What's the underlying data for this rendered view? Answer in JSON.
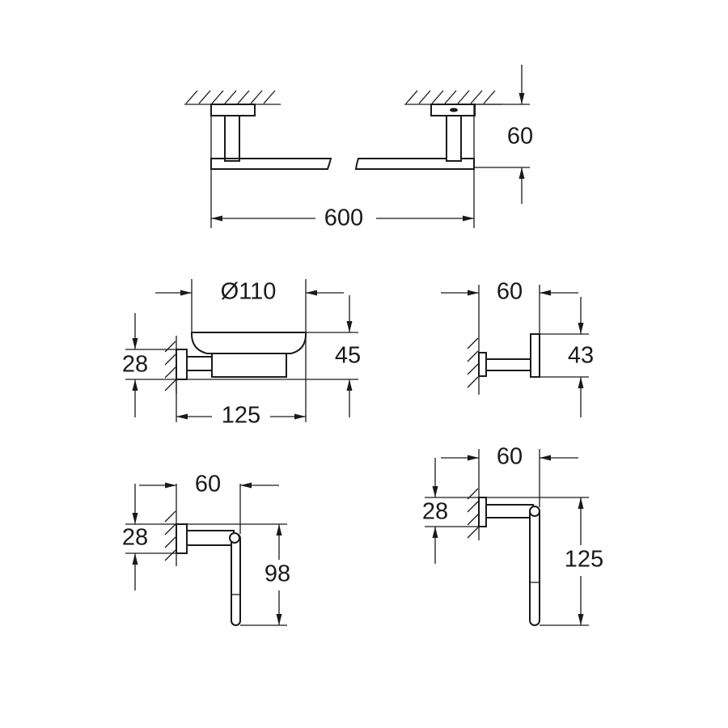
{
  "towel_bar": {
    "depth": "60",
    "length": "600"
  },
  "soap_dish": {
    "diameter": "Ø110",
    "height": "45",
    "plate": "28",
    "projection": "125"
  },
  "robe_hook": {
    "projection": "60",
    "height": "43"
  },
  "paper_holder_small": {
    "projection": "60",
    "plate": "28",
    "height": "98"
  },
  "paper_holder_large": {
    "projection": "60",
    "plate": "28",
    "height": "125"
  }
}
